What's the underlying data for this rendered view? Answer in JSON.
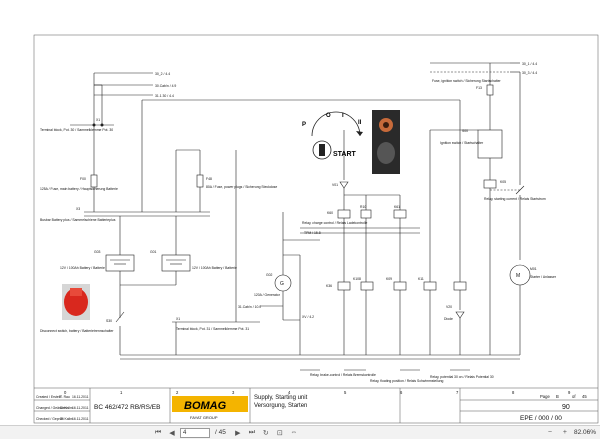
{
  "document": {
    "title_line1": "Supply, Starting unit",
    "title_line2": "Versorgung, Starten",
    "model": "BC 462/472 RB/RS/EB",
    "brand": "BOMAG",
    "brand_sub": "FAYAT GROUP",
    "doc_id": "EPE / 000 / 00",
    "page_label": "Page",
    "page_number": "90",
    "page_of": "of",
    "page_total": "45",
    "sheet_small": "B",
    "revision_rows": [
      {
        "label": "Created / Erstellt",
        "name": "T. Rau",
        "date": "16.11.2011"
      },
      {
        "label": "Changed / Geändert",
        "name": "D. Kallm",
        "date": "16.11.2011"
      },
      {
        "label": "Checked / Geprüft",
        "name": "G. Kallm",
        "date": "16.11.2011"
      }
    ],
    "columns": [
      "0",
      "1",
      "2",
      "3",
      "4",
      "5",
      "6",
      "7",
      "8",
      "9"
    ]
  },
  "schematic": {
    "refs": {
      "top_right_1": "30_1 / 4.4",
      "top_right_2": "30_3 / 4.4",
      "left_1": "30_2 / 4.4",
      "left_2": "30.Cab/n / 4.9",
      "left_3": "31.1 30 / 4.4",
      "x1_mid": "31 / 4.0"
    },
    "components": {
      "x1_terminal": "X1",
      "terminal_note": "Terminal block, Pot. 30 / Sammelklemme Pot. 30",
      "f00": "F00",
      "f00_note": "125A / Fuse, main battery / Hauptsicherung Batterie",
      "f48": "F48",
      "f48_note": "80A / Fuse, power plugs / Sicherung Steckdose",
      "x3": "X3",
      "x3_note": "Busbar Battery plus / Sammelschiene Batterieplus",
      "g03": "G03",
      "g03_note": "12V / 100Ah Battery / Batterie",
      "g01": "G01",
      "g01_note": "12V / 100Ah Battery / Batterie",
      "s30": "S30",
      "s30_note": "Disconnect switch, battery / Batterietrennschalter",
      "x1_lower": "X1",
      "x1_lower_note": "Terminal block, Pot. 31 / Sammelklemme Pot. 31",
      "g02": "G02",
      "g02_note": "120A / Generator",
      "v01": "V01",
      "k60": "K60",
      "k60_note": "Relay, charge control / Relais Ladekontrolle",
      "r10": "R10",
      "k61": "K61",
      "k36": "K36",
      "k36_note": "Relay, brake-control / Relais Bremskontrolle",
      "k108": "K108",
      "k09": "K09",
      "k09_note": "Relay, floating position / Relais Schwimmstellung",
      "k11": "K11",
      "k11_note": "Relay, potential 30 on / Relais Potential 30",
      "v20": "V20",
      "v20_note": "Diode",
      "s00": "S00",
      "s00_note": "Ignition switch / Startschalter",
      "f13": "F13",
      "f13_note": "Fuse, ignition switch / Sicherung Startschalter",
      "k05": "K05",
      "k05_note": "Relay, starting current / Relais Startstrom",
      "m01": "M01",
      "m01_note": "Starter / Anlasser",
      "tpm": "TPM / 15.8",
      "wire_label": "31.Cab/n / 10.0",
      "xv": "XV / 4.2",
      "start_label": "START",
      "pos_p": "P",
      "pos_o": "O",
      "pos_i": "I",
      "pos_ii": "II"
    }
  },
  "viewer": {
    "page_input": "4",
    "page_total": "/ 45",
    "zoom": "82.06%"
  }
}
